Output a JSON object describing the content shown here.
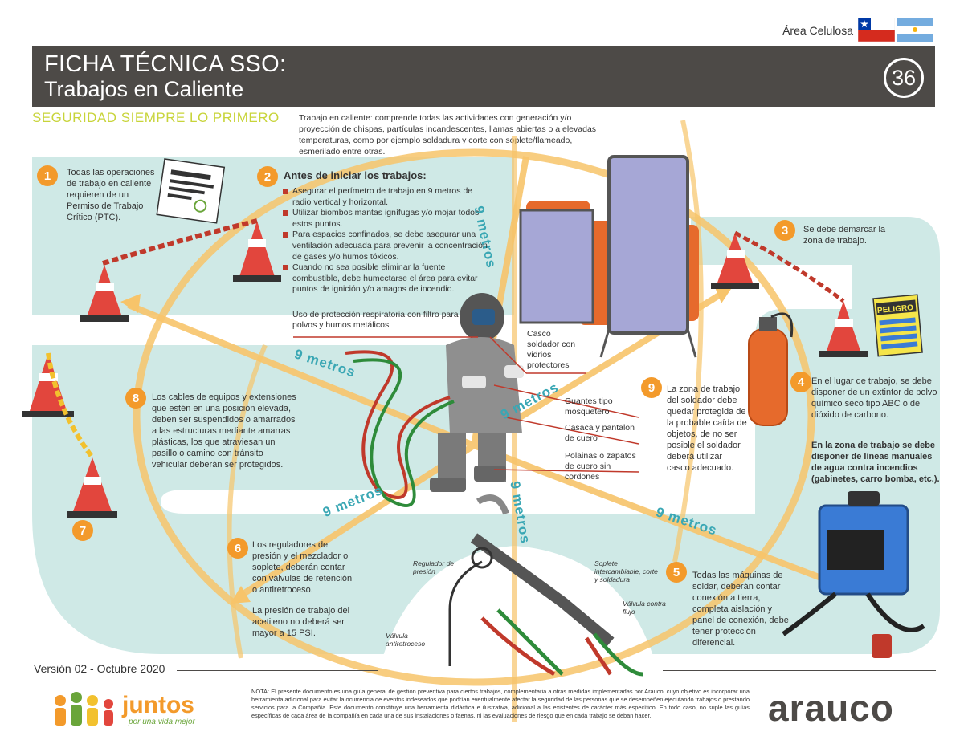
{
  "header": {
    "area": "Área Celulosa",
    "title_line1": "FICHA TÉCNICA SSO:",
    "title_line2": "Trabajos en Caliente",
    "sheet_number": "36",
    "slogan": "SEGURIDAD SIEMPRE LO PRIMERO",
    "intro": "Trabajo en caliente: comprende todas las actividades con generación y/o proyección de chispas, partículas incandescentes, llamas abiertas o a elevadas temperaturas, como por ejemplo soldadura y corte con soplete/flameado, esmerilado entre otras."
  },
  "steps": {
    "s1": {
      "number": "1",
      "text": "Todas las operaciones de trabajo en caliente requieren de un Permiso de Trabajo Crítico (PTC)."
    },
    "s2": {
      "number": "2",
      "title": "Antes de iniciar los trabajos:",
      "items": [
        "Asegurar el perímetro de trabajo en 9 metros de radio vertical y horizontal.",
        "Utilizar biombos mantas ignífugas y/o mojar todos estos puntos.",
        "Para espacios confinados, se debe asegurar una ventilación adecuada para prevenir la concentración de gases y/o humos tóxicos.",
        "Cuando no sea posible eliminar la fuente combustible, debe humectarse el área para evitar puntos de ignición y/o amagos de incendio."
      ]
    },
    "s3": {
      "number": "3",
      "text": "Se debe demarcar la zona de trabajo."
    },
    "s4": {
      "number": "4",
      "text": "En el lugar de trabajo, se debe disponer de un extintor de polvo químico seco tipo ABC o de dióxido de carbono.",
      "text_bold": "En la zona de trabajo se debe disponer de líneas manuales de agua contra incendios (gabinetes, carro bomba, etc.)."
    },
    "s5": {
      "number": "5",
      "text": "Todas las máquinas de soldar, deberán contar conexión a tierra, completa aislación y panel de conexión, debe tener protección diferencial."
    },
    "s6": {
      "number": "6",
      "text": "Los reguladores de presión y el mezclador o soplete, deberán contar con válvulas de retención o antiretroceso.",
      "text2": "La presión de trabajo del acetileno no deberá ser mayor a 15 PSI."
    },
    "s7": {
      "number": "7"
    },
    "s8": {
      "number": "8",
      "text": "Los cables de equipos y extensiones que estén en una posición elevada, deben ser suspendidos o amarrados a las estructuras mediante amarras plásticas, los que atraviesan un pasillo o camino con tránsito vehicular deberán ser protegidos."
    },
    "s9": {
      "number": "9",
      "text": "La zona de trabajo del soldador debe quedar protegida de la probable caída de objetos, de no ser posible el soldador deberá utilizar casco adecuado."
    }
  },
  "callouts": {
    "respiratory": "Uso de protección respiratoria con filtro para polvos y humos metálicos",
    "helmet": "Casco soldador con vidrios protectores",
    "gloves": "Guantes tipo mosquetero",
    "jacket": "Casaca y pantalon de cuero",
    "boots": "Polainas o zapatos de cuero sin cordones",
    "regulator": "Regulador de presión",
    "torch": "Soplete intercambiable, corte y soldadura",
    "flow_valve": "Válvula contra flujo",
    "anti_valve": "Válvula antiretroceso"
  },
  "distance_label": "9 metros",
  "sign_label": "PELIGRO",
  "footer": {
    "version": "Versión 02 - Octubre 2020",
    "note": "NOTA: El presente documento es una guía general de gestión preventiva para ciertos trabajos, complementaria a otras medidas implementadas por Arauco, cuyo objetivo es incorporar una herramienta adicional para evitar la ocurrencia de eventos indeseados que podrían eventualmente afectar la seguridad de las personas que se desempeñen ejecutando trabajos o prestando servicios para la Compañía. Este documento constituye una herramienta didáctica e ilustrativa, adicional a las existentes de carácter más específico. En todo caso, no suple las guías específicas de cada área de la compañía en cada una de sus instalaciones o faenas, ni las evaluaciones de riesgo que en cada trabajo se deban hacer.",
    "logo_juntos": "juntos",
    "logo_juntos_sub": "por una vida mejor",
    "logo_arauco": "arauco"
  },
  "colors": {
    "header_bg": "#4d4a47",
    "accent_orange": "#f39a2b",
    "slogan_green": "#c8d43a",
    "teal_floor": "#cfe9e6",
    "meter_teal": "#3aa7b4",
    "bullet_red": "#c0392b"
  }
}
